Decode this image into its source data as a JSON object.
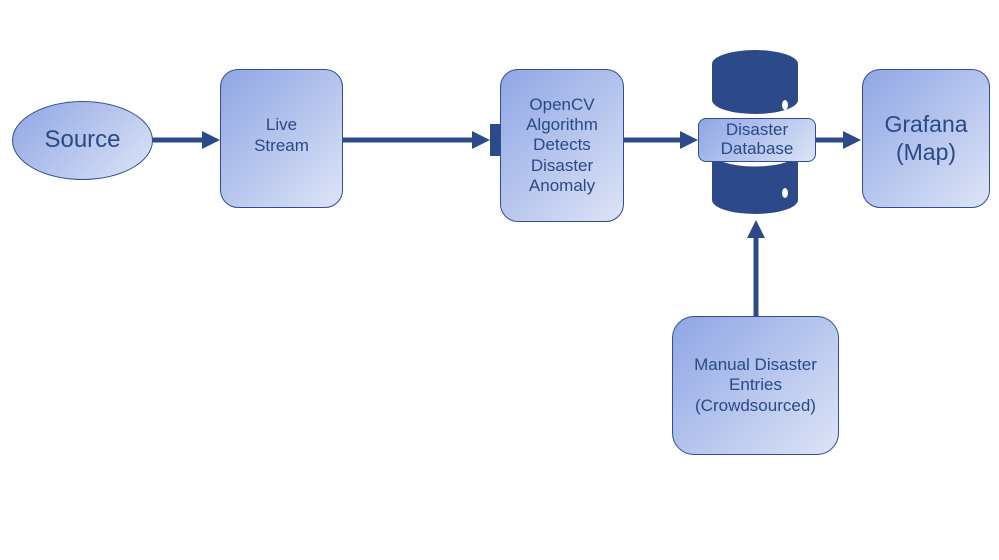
{
  "diagram": {
    "colors": {
      "accent": "#2c4a8a",
      "node_fill_start": "#8fa6e4",
      "node_fill_end": "#dde4f6",
      "text": "#2a4a85"
    },
    "nodes": {
      "source": {
        "label": "Source",
        "shape": "ellipse"
      },
      "live_stream": {
        "label": "Live\nStream",
        "shape": "rounded-rect"
      },
      "opencv": {
        "label": "OpenCV\nAlgorithm\nDetects\nDisaster\nAnomaly",
        "shape": "rounded-rect"
      },
      "database": {
        "label": "Disaster\nDatabase",
        "shape": "database-cylinder"
      },
      "grafana": {
        "label": "Grafana\n(Map)",
        "shape": "rounded-rect"
      },
      "manual": {
        "label": "Manual Disaster\nEntries\n(Crowdsourced)",
        "shape": "rounded-rect"
      }
    },
    "edges": [
      {
        "from": "source",
        "to": "live_stream"
      },
      {
        "from": "live_stream",
        "to": "opencv"
      },
      {
        "from": "opencv",
        "to": "database"
      },
      {
        "from": "database",
        "to": "grafana"
      },
      {
        "from": "manual",
        "to": "database"
      }
    ]
  }
}
